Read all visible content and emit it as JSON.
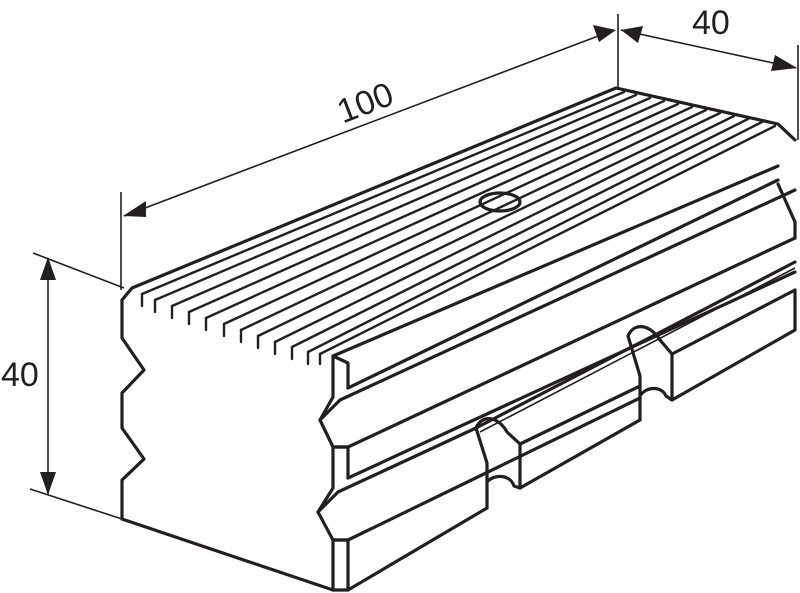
{
  "figure": {
    "subject": "Grooved vise jaw block (isometric technical drawing)",
    "line_color": "#231f20",
    "background": "#ffffff"
  },
  "dimensions": {
    "length": {
      "label": "100",
      "orientation": "along top back edge"
    },
    "depth": {
      "label": "40",
      "orientation": "top right, across top face"
    },
    "height": {
      "label": "40",
      "orientation": "left vertical"
    }
  },
  "features": {
    "top_surface": "longitudinal serrated grooves",
    "center_hole": "single round hole on top face",
    "front_face": "two V-grooves with two transverse notches each",
    "end_profile": "zig-zag break line"
  }
}
